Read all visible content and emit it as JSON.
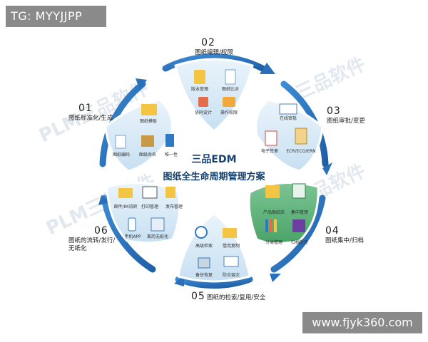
{
  "badge_top_left": "TG: MYYJJPP",
  "badge_bottom_right": "www.fjyk360.com",
  "center": {
    "line1": "三品EDM",
    "line2": "图纸全生命周期管理方案"
  },
  "watermarks": [
    "PLM三品软件",
    "三品软件",
    "PLM三品软件",
    "三品软件"
  ],
  "sectors": [
    {
      "num": "01",
      "title": "图纸标准化/生成",
      "items": [
        "图纸模板",
        "图纸编码",
        "图纸命名",
        "唯一性"
      ]
    },
    {
      "num": "02",
      "title": "图纸编辑/权限",
      "items": [
        "版本管理",
        "图纸比对",
        "协同设计",
        "操作权限"
      ]
    },
    {
      "num": "03",
      "title": "图纸审批/变更",
      "items": [
        "在线审批",
        "电子签章",
        "ECR/ECO/ERN"
      ]
    },
    {
      "num": "04",
      "title": "图纸集中/归档",
      "items": [
        "产品图纸库",
        "集中管理",
        "分类管理",
        "归档受控"
      ]
    },
    {
      "num": "05",
      "title": "图纸的检索/复用/安全",
      "items": [
        "高级检索",
        "借用复制",
        "备份恢复",
        "防灾容灾"
      ]
    },
    {
      "num": "06",
      "title_lines": [
        "图纸的流转/发行/",
        "无纸化"
      ],
      "items": [
        "邮件/IM流转",
        "打印管理",
        "发布管理",
        "手机APP",
        "离岗无纸化"
      ]
    }
  ],
  "colors": {
    "ring": "#2f78c4",
    "tile_light": "#d7e9f6",
    "tile_green": "#5ab378",
    "center_text": "#16406e"
  },
  "icons": [
    "folder-icon",
    "document-icon",
    "pencil-icon",
    "printer-icon",
    "mail-icon",
    "magnifier-icon",
    "binders-icon",
    "stamp-icon"
  ]
}
